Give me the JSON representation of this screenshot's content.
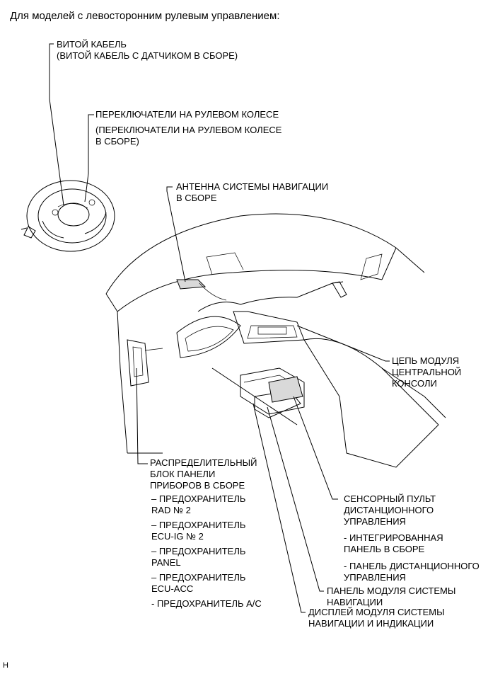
{
  "header": "Для моделей с левосторонним рулевым управлением:",
  "footer_code": "H",
  "labels": {
    "spiral_cable": [
      "ВИТОЙ КАБЕЛЬ",
      "(ВИТОЙ КАБЕЛЬ С ДАТЧИКОМ В СБОРЕ)"
    ],
    "steering_switches": [
      "ПЕРЕКЛЮЧАТЕЛИ НА РУЛЕВОМ КОЛЕСЕ",
      "(ПЕРЕКЛЮЧАТЕЛИ НА РУЛЕВОМ КОЛЕСЕ",
      "В СБОРЕ)"
    ],
    "nav_antenna": [
      "АНТЕННА СИСТЕМЫ НАВИГАЦИИ",
      "В СБОРЕ"
    ],
    "center_console_circuit": [
      "ЦЕПЬ МОДУЛЯ",
      "ЦЕНТРАЛЬНОЙ",
      "КОНСОЛИ"
    ],
    "junction_block": [
      "РАСПРЕДЕЛИТЕЛЬНЫЙ",
      "БЛОК ПАНЕЛИ",
      "ПРИБОРОВ В СБОРЕ"
    ],
    "fuses": [
      [
        "– ПРЕДОХРАНИТЕЛЬ",
        "RAD № 2"
      ],
      [
        "– ПРЕДОХРАНИТЕЛЬ",
        "ECU-IG № 2"
      ],
      [
        "– ПРЕДОХРАНИТЕЛЬ",
        "PANEL"
      ],
      [
        "– ПРЕДОХРАНИТЕЛЬ",
        "ECU-ACC"
      ],
      [
        "- ПРЕДОХРАНИТЕЛЬ A/C"
      ]
    ],
    "remote_touch": [
      "СЕНСОРНЫЙ ПУЛЬТ",
      "ДИСТАНЦИОННОГО",
      "УПРАВЛЕНИЯ"
    ],
    "integrated_panel": [
      "- ИНТЕГРИРОВАННАЯ",
      "ПАНЕЛЬ В СБОРЕ"
    ],
    "remote_panel": [
      "- ПАНЕЛЬ ДИСТАНЦИОННОГО",
      "УПРАВЛЕНИЯ"
    ],
    "nav_module_panel": [
      "ПАНЕЛЬ МОДУЛЯ СИСТЕМЫ",
      "НАВИГАЦИИ"
    ],
    "nav_display": [
      "ДИСПЛЕЙ МОДУЛЯ СИСТЕМЫ",
      "НАВИГАЦИИ И ИНДИКАЦИИ"
    ]
  }
}
